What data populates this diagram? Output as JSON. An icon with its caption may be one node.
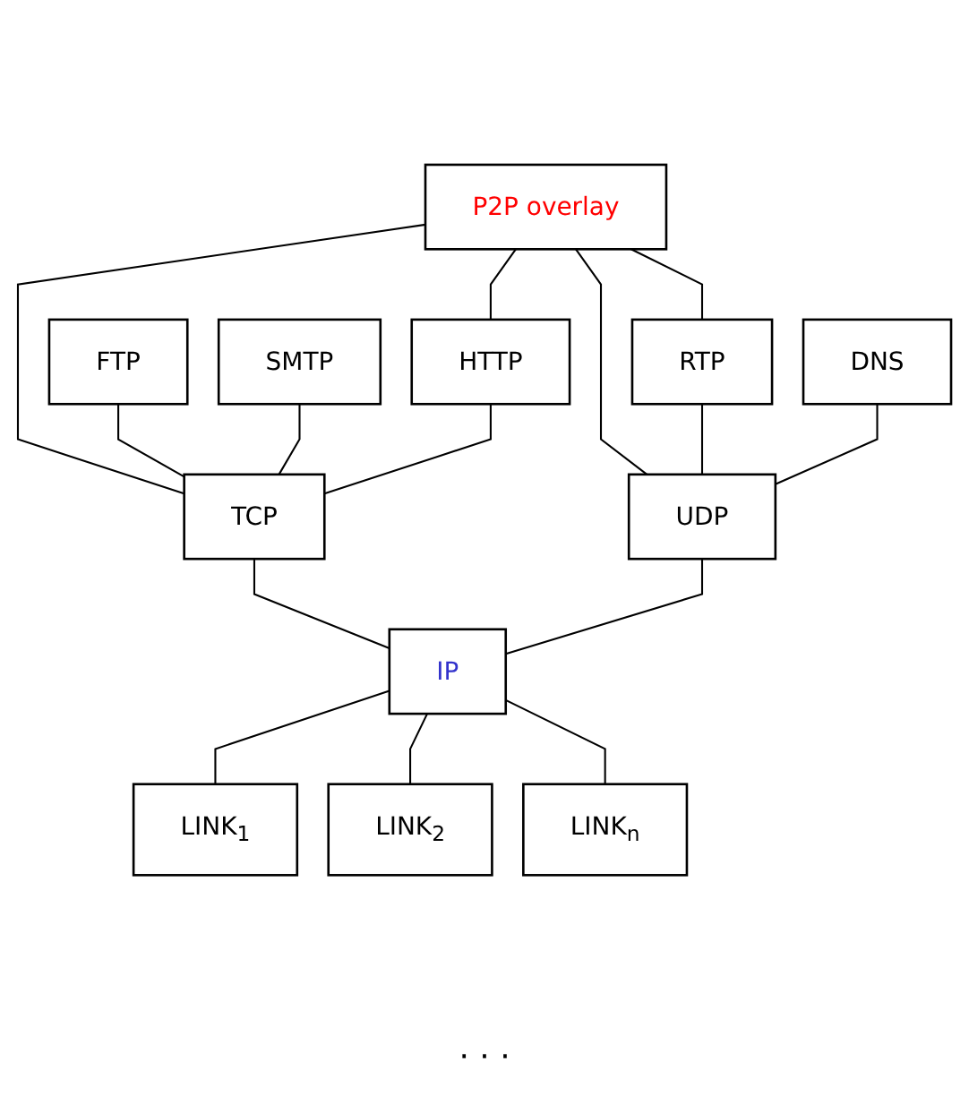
{
  "diagram": {
    "nodes": [
      {
        "text": [
          "P2P overlay"
        ]
      },
      {
        "text": [
          "FTP"
        ]
      },
      {
        "text": [
          "SMTP"
        ]
      },
      {
        "text": [
          "HTTP"
        ]
      },
      {
        "text": [
          "RTP"
        ]
      },
      {
        "text": [
          "DNS"
        ]
      },
      {
        "text": [
          "TCP"
        ]
      },
      {
        "text": [
          "UDP"
        ]
      },
      {
        "text": [
          "IP"
        ]
      },
      {
        "text": [
          "LINK$_{1}$"
        ]
      },
      {
        "text": [
          "LINK$_{2}$"
        ]
      },
      {
        "text": [
          "LINK$_{n}$"
        ]
      }
    ],
    "edges": [
      {
        "from": 0,
        "to": 6,
        "arrow": "none"
      },
      {
        "from": 0,
        "to": 3,
        "arrow": "none"
      },
      {
        "from": 0,
        "to": 4,
        "arrow": "none"
      },
      {
        "from": 0,
        "to": 7,
        "arrow": "none"
      },
      {
        "from": 1,
        "to": 6,
        "arrow": "none"
      },
      {
        "from": 2,
        "to": 6,
        "arrow": "none"
      },
      {
        "from": 3,
        "to": 6,
        "arrow": "none"
      },
      {
        "from": 4,
        "to": 7,
        "arrow": "none"
      },
      {
        "from": 5,
        "to": 7,
        "arrow": "none"
      },
      {
        "from": 6,
        "to": 8,
        "arrow": "none"
      },
      {
        "from": 7,
        "to": 8,
        "arrow": "none"
      },
      {
        "from": 8,
        "to": 9,
        "arrow": "none"
      },
      {
        "from": 8,
        "to": 10,
        "arrow": "none"
      },
      {
        "from": 8,
        "to": 11,
        "arrow": "none"
      }
    ],
    "labels": [
      "· · ·"
    ]
  }
}
